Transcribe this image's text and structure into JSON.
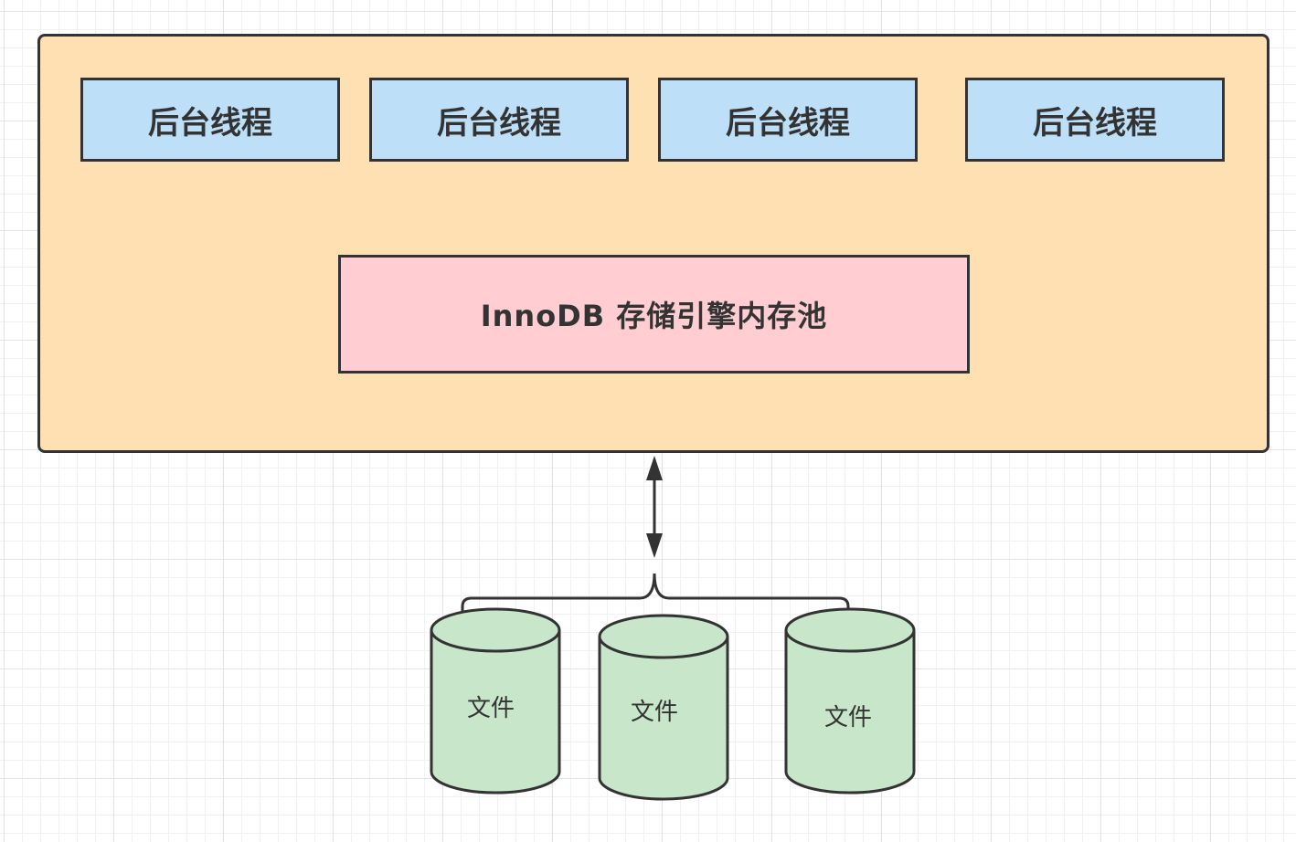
{
  "diagram": {
    "threads": [
      {
        "label": "后台线程"
      },
      {
        "label": "后台线程"
      },
      {
        "label": "后台线程"
      },
      {
        "label": "后台线程"
      }
    ],
    "pool": {
      "label": "InnoDB 存储引擎内存池"
    },
    "files": [
      {
        "label": "文件"
      },
      {
        "label": "文件"
      },
      {
        "label": "文件"
      }
    ],
    "colors": {
      "container": "#ffe0b3",
      "thread": "#bddff8",
      "pool": "#ffcdd2",
      "file": "#c8e6c9",
      "stroke": "#333333"
    }
  }
}
